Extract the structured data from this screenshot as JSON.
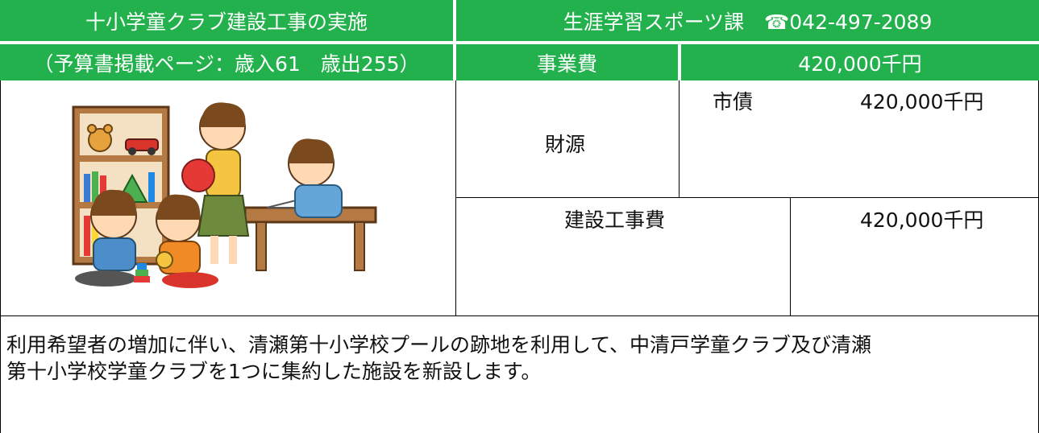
{
  "header": {
    "title": "十小学童クラブ建設工事の実施",
    "department": "生涯学習スポーツ課　☎042-497-2089",
    "budget_ref": "（予算書掲載ページ：歳入61　歳出255）",
    "project_cost_label": "事業費",
    "project_cost_value": "420,000千円"
  },
  "funding": {
    "label": "財源",
    "source_label": "市債",
    "source_value": "420,000千円"
  },
  "expense": {
    "label": "建設工事費",
    "value": "420,000千円"
  },
  "description": {
    "line1": "利用希望者の増加に伴い、清瀬第十小学校プールの跡地を利用して、中清戸学童クラブ及び清瀬",
    "line2": "第十小学校学童クラブを1つに集約した施設を新設します。"
  },
  "colors": {
    "header_green": "#22b14c",
    "border": "#000000"
  }
}
